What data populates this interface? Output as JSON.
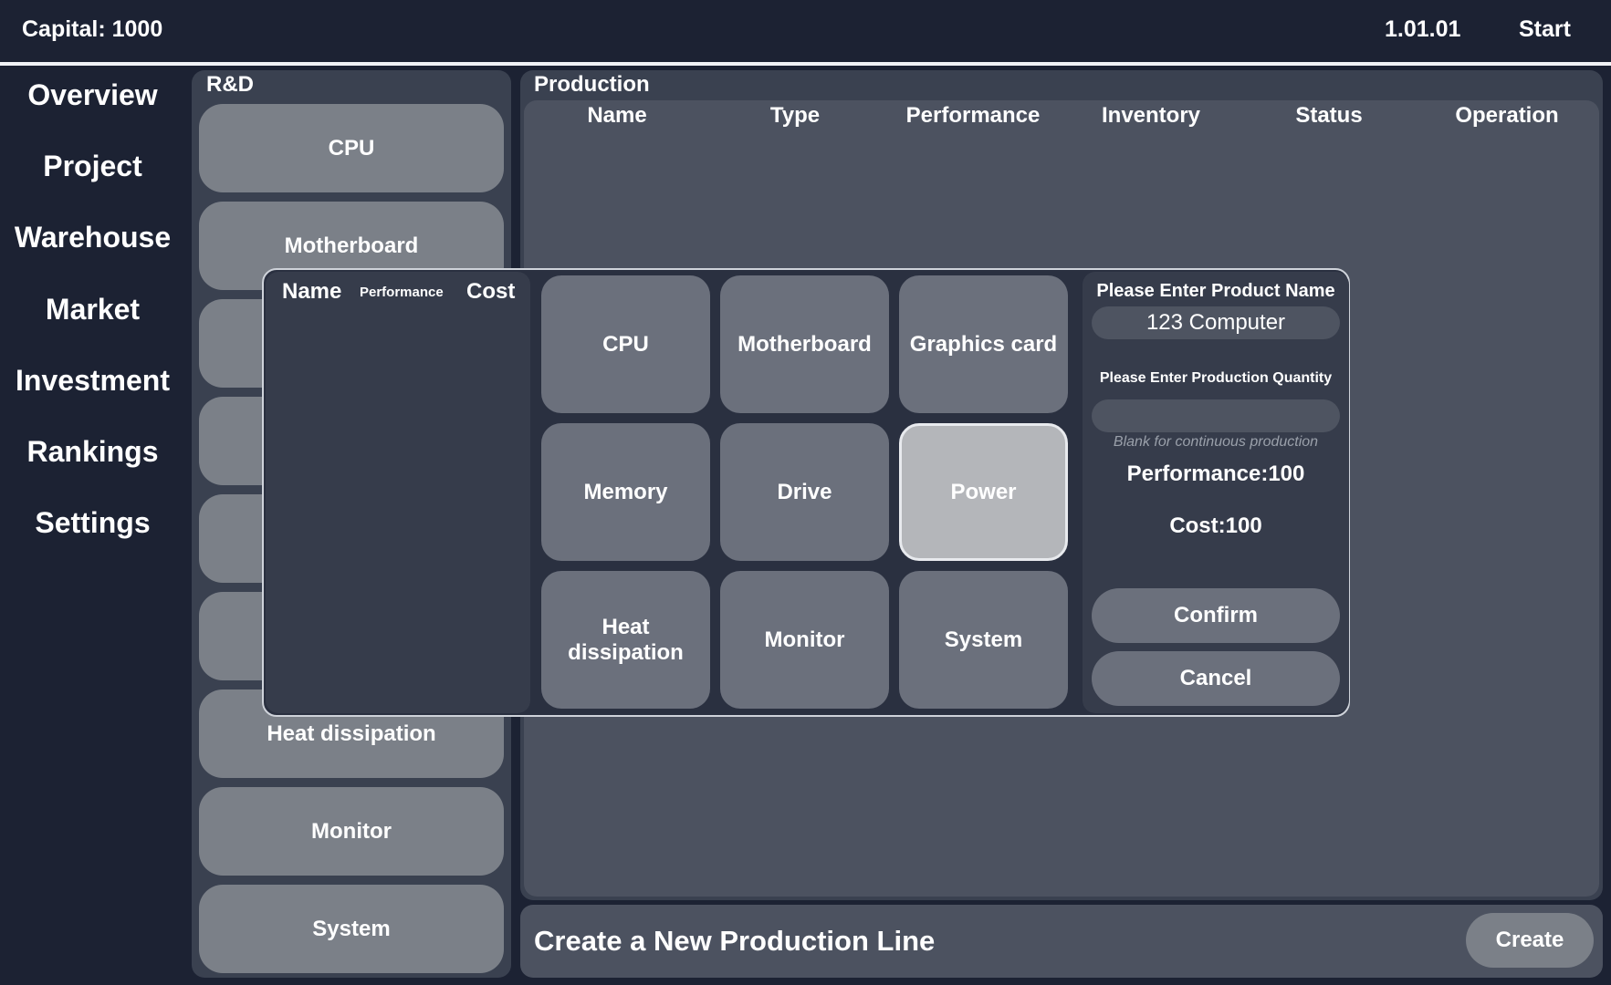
{
  "header": {
    "capital": "Capital: 1000",
    "date": "1.01.01",
    "start_label": "Start"
  },
  "nav": {
    "items": [
      {
        "label": "Overview"
      },
      {
        "label": "Project"
      },
      {
        "label": "Warehouse"
      },
      {
        "label": "Market"
      },
      {
        "label": "Investment"
      },
      {
        "label": "Rankings"
      },
      {
        "label": "Settings"
      }
    ]
  },
  "rd": {
    "title": "R&D",
    "items": [
      {
        "label": "CPU"
      },
      {
        "label": "Motherboard"
      },
      {
        "label": ""
      },
      {
        "label": ""
      },
      {
        "label": ""
      },
      {
        "label": ""
      },
      {
        "label": "Heat dissipation"
      },
      {
        "label": "Monitor"
      },
      {
        "label": "System"
      }
    ]
  },
  "production": {
    "title": "Production",
    "columns": [
      "Name",
      "Type",
      "Performance",
      "Inventory",
      "Status",
      "Operation"
    ],
    "create_label": "Create a New Production Line",
    "create_button": "Create"
  },
  "modal": {
    "list_headers": {
      "name": "Name",
      "performance": "Performance",
      "cost": "Cost"
    },
    "parts": [
      {
        "label": "CPU"
      },
      {
        "label": "Motherboard"
      },
      {
        "label": "Graphics card"
      },
      {
        "label": "Memory"
      },
      {
        "label": "Drive"
      },
      {
        "label": "Power",
        "selected": true
      },
      {
        "label": "Heat dissipation"
      },
      {
        "label": "Monitor"
      },
      {
        "label": "System"
      }
    ],
    "product_name_label": "Please Enter Product Name",
    "product_name_value": "123 Computer",
    "quantity_label": "Please Enter Production Quantity",
    "quantity_value": "",
    "quantity_hint": "Blank for continuous production",
    "performance": "Performance:100",
    "cost": "Cost:100",
    "confirm": "Confirm",
    "cancel": "Cancel"
  }
}
